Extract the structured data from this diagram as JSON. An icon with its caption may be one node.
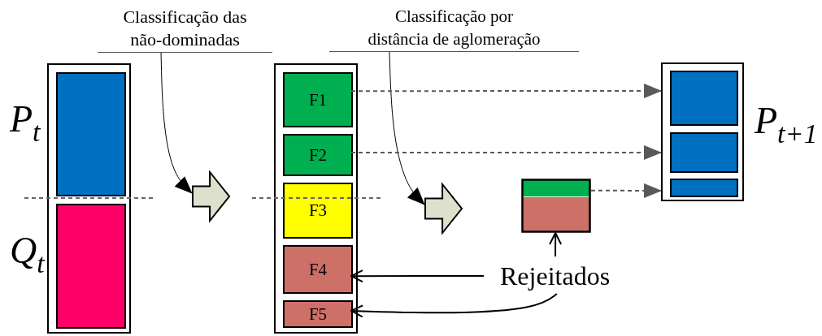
{
  "diagram": {
    "nodes": [
      {
        "text": [],
        "shape": "box"
      },
      {
        "text": [],
        "shape": "box",
        "in": 0,
        "beside": [
          "P$_{t}$"
        ]
      },
      {
        "text": [],
        "shape": "box",
        "in": 0,
        "beside": [
          "Q$_{t}$"
        ]
      },
      {
        "text": [],
        "shape": "arrow"
      },
      {
        "text": [],
        "shape": "box"
      },
      {
        "text": [
          "F1"
        ],
        "in": 4
      },
      {
        "text": [
          "F2"
        ],
        "in": 4
      },
      {
        "text": [
          "F3"
        ],
        "in": 4
      },
      {
        "text": [
          "F4"
        ],
        "in": 4
      },
      {
        "text": [
          "F5"
        ],
        "in": 4
      },
      {
        "text": [],
        "shape": "arrow"
      },
      {
        "text": [],
        "shape": "box"
      },
      {
        "text": [],
        "shape": "box",
        "beside": [
          "P$_{t+1}$"
        ]
      },
      {
        "text": [],
        "shape": "box",
        "in": 12
      },
      {
        "text": [],
        "shape": "box",
        "in": 12
      },
      {
        "text": [],
        "shape": "box",
        "in": 12
      },
      {
        "text": [
          "Classificação das não-dominadas"
        ]
      },
      {
        "text": [
          "Classificação por distância de aglomeração"
        ]
      },
      {
        "text": [
          "Rejeitados"
        ]
      }
    ],
    "edges": [
      {
        "from": 16,
        "to": 3,
        "arrow": "to"
      },
      {
        "from": 17,
        "to": 10,
        "arrow": "to"
      },
      {
        "from": 5,
        "to": 12,
        "arrow": "to",
        "style": "dashed",
        "color": "#595959"
      },
      {
        "from": 6,
        "to": 12,
        "arrow": "to",
        "style": "dashed",
        "color": "#595959"
      },
      {
        "from": 11,
        "to": 12,
        "arrow": "to",
        "style": "dashed",
        "color": "#595959"
      },
      {
        "from": 18,
        "to": 8,
        "arrow": "to"
      },
      {
        "from": 18,
        "to": 9,
        "arrow": "to"
      },
      {
        "from": 18,
        "to": 11,
        "arrow": "to"
      }
    ]
  }
}
